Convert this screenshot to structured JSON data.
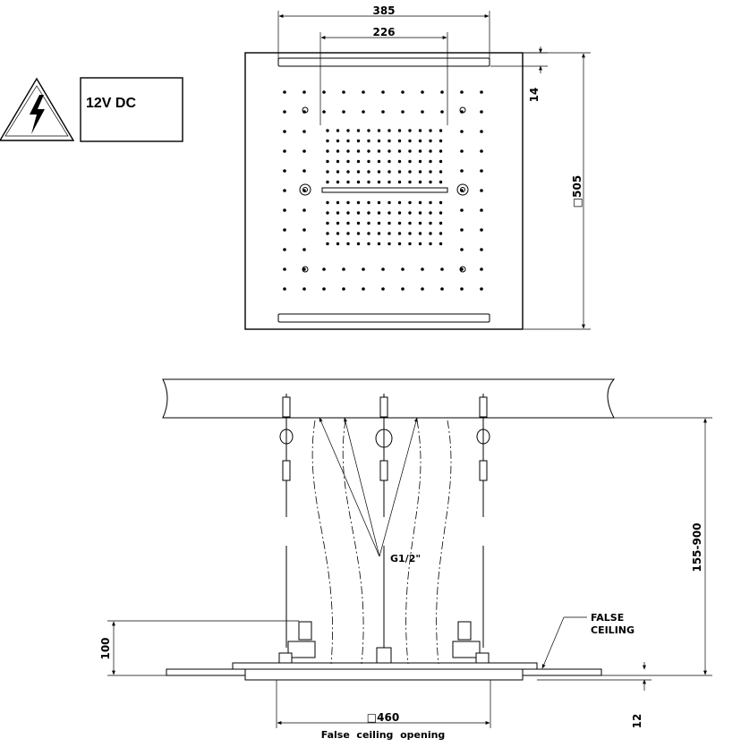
{
  "warning": {
    "icon": "high-voltage-icon",
    "voltage_label": "12V DC"
  },
  "top_view": {
    "width_overall": "385",
    "width_inner": "226",
    "edge_offset": "14",
    "size": "□505"
  },
  "side_view": {
    "connection_label": "G1/2\"",
    "height_range": "155-900",
    "valve_height": "100",
    "false_ceiling_label_line1": "FALSE",
    "false_ceiling_label_line2": "CEILING",
    "opening_size": "□460",
    "opening_label": "False  ceiling  opening",
    "plate_thickness": "12"
  }
}
